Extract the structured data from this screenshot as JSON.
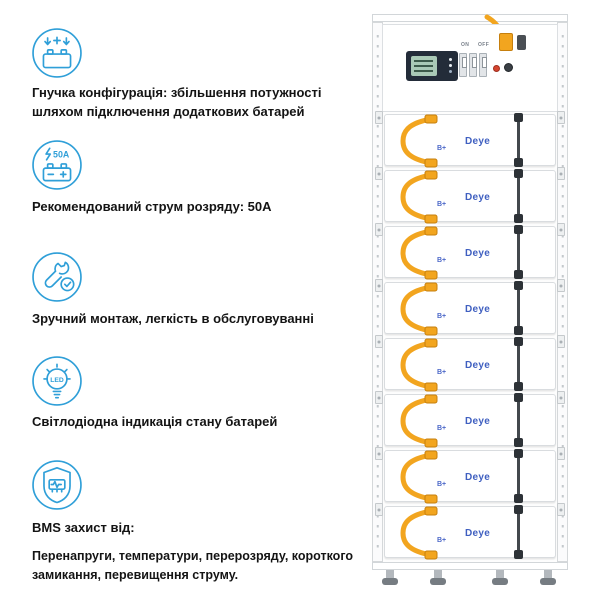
{
  "features": [
    {
      "icon": "battery-add-icon",
      "text": "Гнучка конфігурація: збільшення потужності шляхом підключення додаткових батарей"
    },
    {
      "icon": "battery-current-icon",
      "icon_label": "50A",
      "text": "Рекомендований струм розряду: 50А"
    },
    {
      "icon": "tools-check-icon",
      "text": "Зручний монтаж, легкість в обслуговуванні"
    },
    {
      "icon": "led-bulb-icon",
      "icon_label": "LED",
      "text": "Світлодіодна індикація стану батарей"
    },
    {
      "icon": "bms-shield-icon",
      "text": "BMS захист від:"
    }
  ],
  "bms_details": "Перенапруги, температури, перерозряду, короткого замикання, перевищення струму.",
  "battery_tower": {
    "brand": "Deye",
    "terminal_label": "B+",
    "module_count": 8,
    "control_panel": {
      "on_label": "ON",
      "off_label": "OFF"
    }
  },
  "colors": {
    "accent_blue": "#2f9fd8",
    "brand_blue": "#3f5fc0",
    "cable_yellow": "#f2a51f",
    "text_dark": "#141414"
  }
}
